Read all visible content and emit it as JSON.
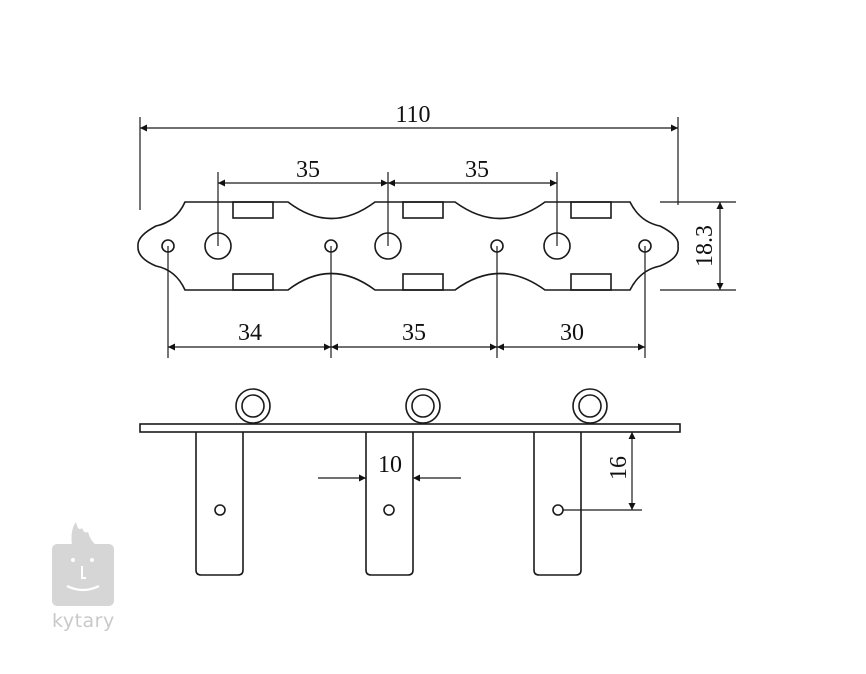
{
  "dimensions": {
    "overall_length": "110",
    "post_spacing_1": "35",
    "post_spacing_2": "35",
    "width": "18.3",
    "screw_spacing_1": "34",
    "screw_spacing_2": "35",
    "screw_spacing_3": "30",
    "post_width": "10",
    "screw_depth": "16"
  },
  "watermark": {
    "brand": "kytary"
  }
}
